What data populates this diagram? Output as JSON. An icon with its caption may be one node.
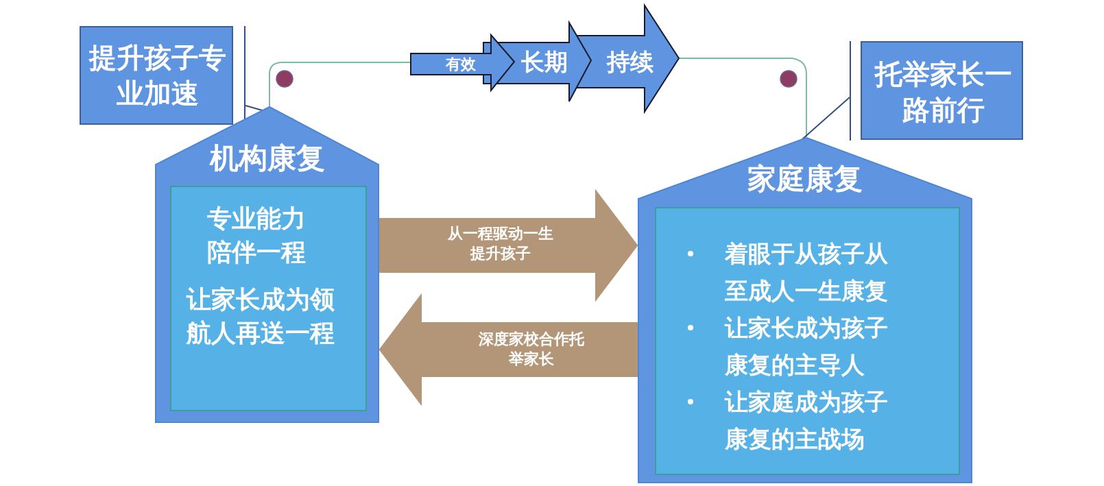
{
  "diagram": {
    "nodes": [
      {
        "text": [
          "机构康复"
        ]
      },
      {
        "text": [
          "专业能力陪伴一程",
          "让家长成为领航人再送一程"
        ],
        "in": 0
      },
      {
        "text": [
          "家庭康复"
        ]
      },
      {
        "text": [
          "着眼于从孩子从至成人一生康复",
          "让家长成为孩子康复的主导人",
          "让家庭成为孩子康复的主战场"
        ],
        "in": 2
      },
      {
        "text": [
          "提升孩子专业加速"
        ]
      },
      {
        "text": [
          "托举家长一路前行"
        ]
      },
      {
        "text": [
          "有效"
        ]
      },
      {
        "text": [
          "长期"
        ]
      },
      {
        "text": [
          "持续"
        ]
      }
    ],
    "edges": [
      {
        "from": 0,
        "to": 6,
        "arrow": "none",
        "color": "#7fb8a8"
      },
      {
        "from": 8,
        "to": 2,
        "arrow": "none",
        "color": "#7fb8a8"
      },
      {
        "from": 4,
        "to": 0,
        "arrow": "none",
        "color": "#34507e"
      },
      {
        "from": 5,
        "to": 2,
        "arrow": "none",
        "color": "#34507e"
      },
      {
        "from": 1,
        "to": 2,
        "arrow": "to",
        "label": "从一程驱动一生提升孩子",
        "style": "thick",
        "color": "#b39677"
      },
      {
        "from": 2,
        "to": 1,
        "arrow": "to",
        "label": "深度家校合作托举家长",
        "style": "thick",
        "color": "#b39677"
      }
    ]
  }
}
